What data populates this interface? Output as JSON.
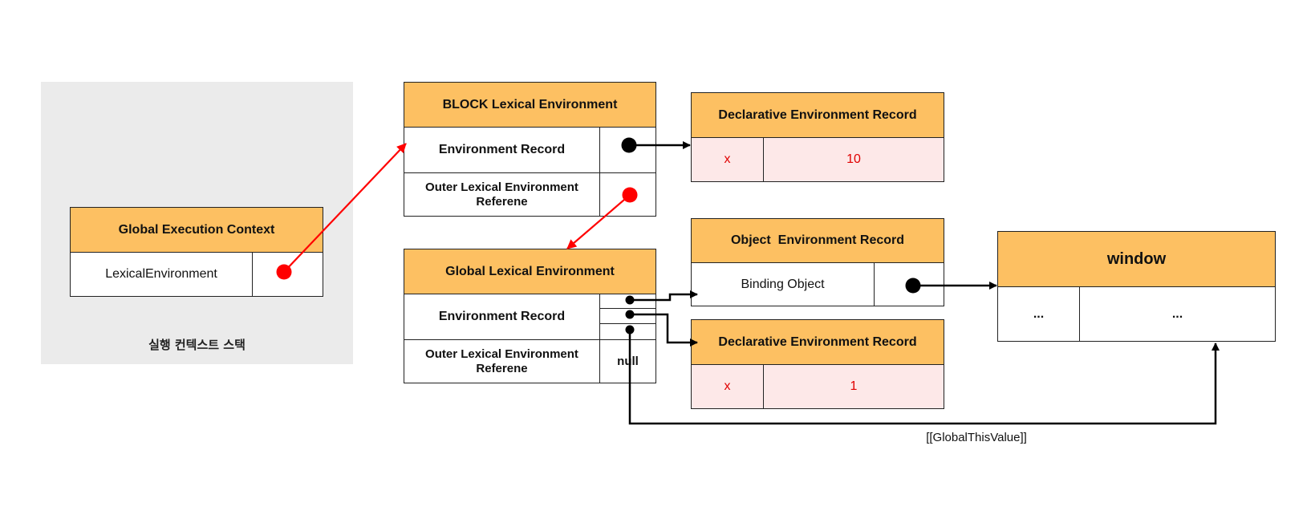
{
  "stack": {
    "label": "실행 컨텍스트 스택"
  },
  "global_ec": {
    "title": "Global Execution Context",
    "field": "LexicalEnvironment"
  },
  "block_le": {
    "title": "BLOCK Lexical Environment",
    "env_record": "Environment Record",
    "outer": "Outer Lexical Environment Referene"
  },
  "block_der": {
    "title": "Declarative Environment Record",
    "key": "x",
    "value": "10"
  },
  "global_le": {
    "title": "Global Lexical Environment",
    "env_record": "Environment Record",
    "outer": "Outer Lexical Environment Referene",
    "outer_value": "null"
  },
  "object_er": {
    "title": "Object  Environment Record",
    "field": "Binding Object"
  },
  "global_der": {
    "title": "Declarative Environment Record",
    "key": "x",
    "value": "1"
  },
  "window": {
    "title": "window",
    "key": "...",
    "value": "..."
  },
  "arrow_label": "[[GlobalThisValue]]",
  "colors": {
    "header": "#fdc062",
    "pink": "#fde8e8",
    "red": "#e00000",
    "stack_bg": "#ebebeb"
  }
}
